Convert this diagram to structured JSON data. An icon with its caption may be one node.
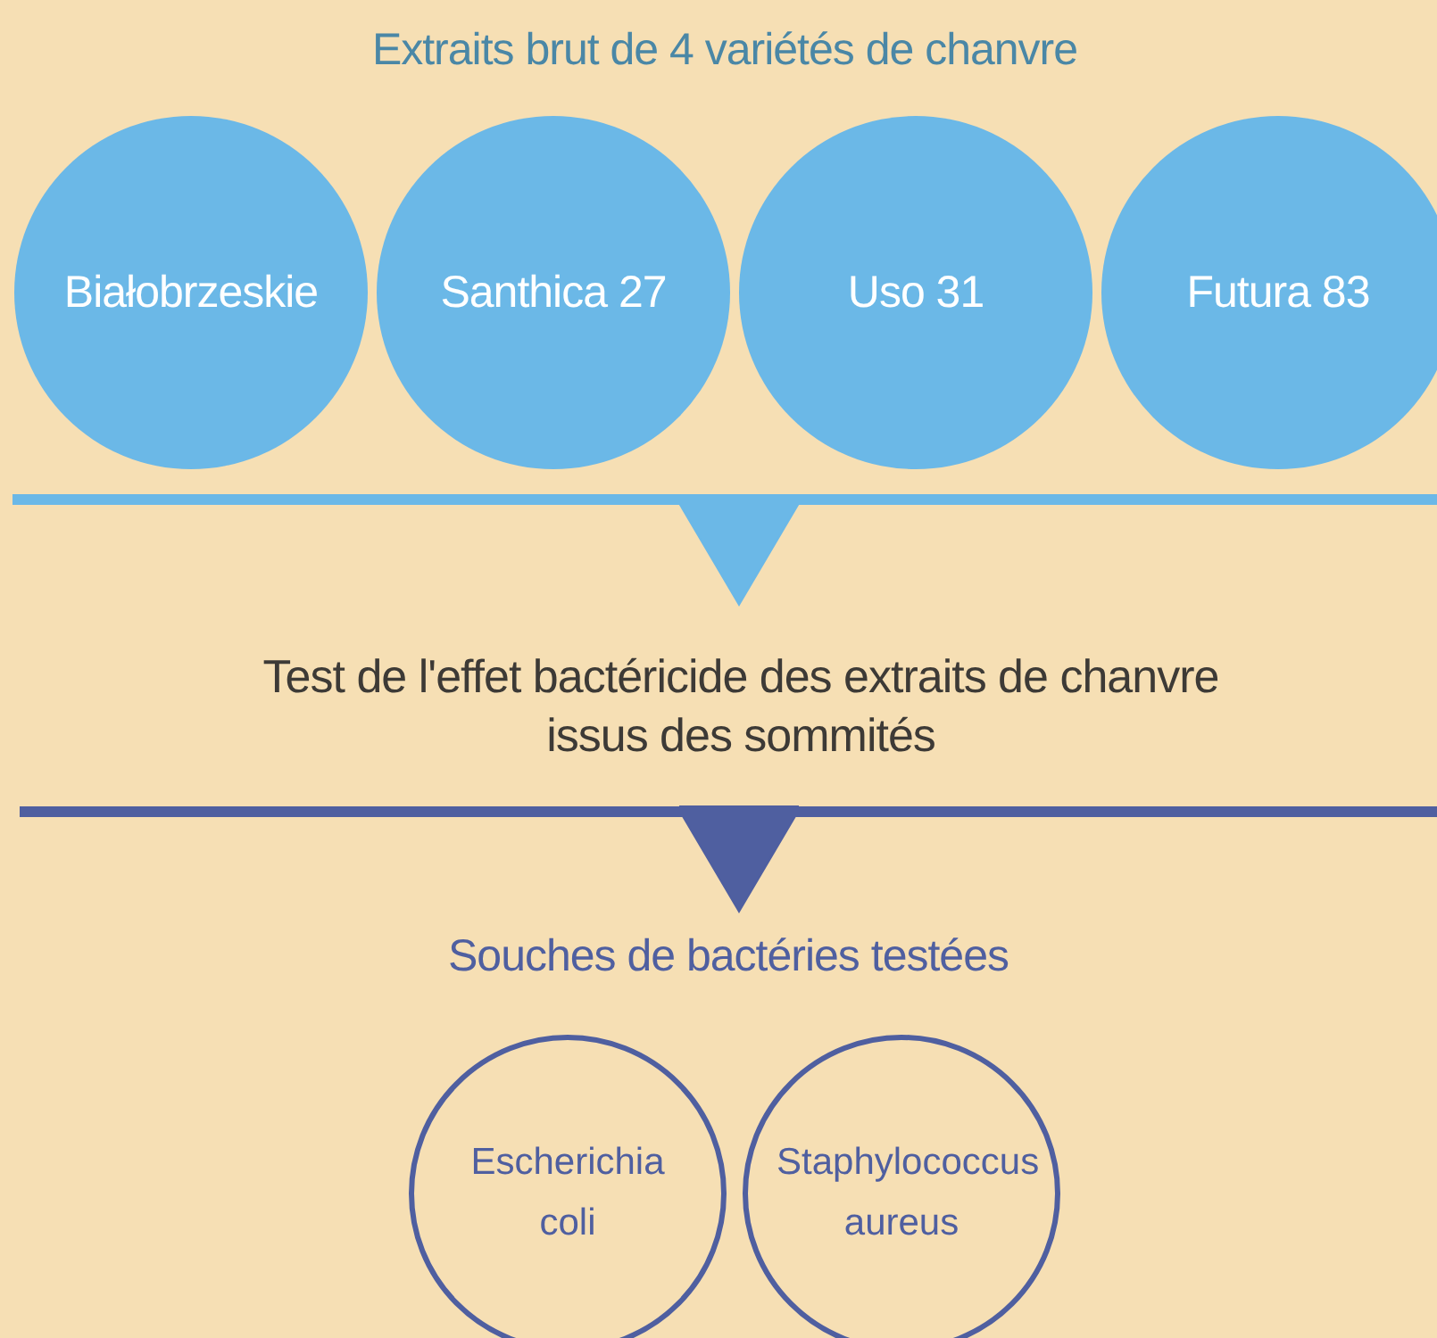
{
  "diagram": {
    "nodes": [
      {
        "text": [
          "Extraits brut de 4 variétés de chanvre"
        ]
      },
      {
        "text": [
          "Białobrzeskie"
        ],
        "in": 0
      },
      {
        "text": [
          "Santhica 27"
        ],
        "in": 0
      },
      {
        "text": [
          "Uso 31"
        ],
        "in": 0
      },
      {
        "text": [
          "Futura 83"
        ],
        "in": 0
      },
      {
        "text": [
          "Test de l'effet bactéricide des extraits de chanvre issus des sommités"
        ]
      },
      {
        "text": [
          "Souches de bactéries testées"
        ]
      },
      {
        "text": [
          "Escherichia coli"
        ],
        "in": 6
      },
      {
        "text": [
          "Staphylococcus aureus"
        ],
        "in": 6
      }
    ],
    "edges": [
      {
        "from": 0,
        "to": 5,
        "arrow": "to"
      },
      {
        "from": 5,
        "to": 6,
        "arrow": "to",
        "color": "#4f5fa0"
      }
    ]
  }
}
